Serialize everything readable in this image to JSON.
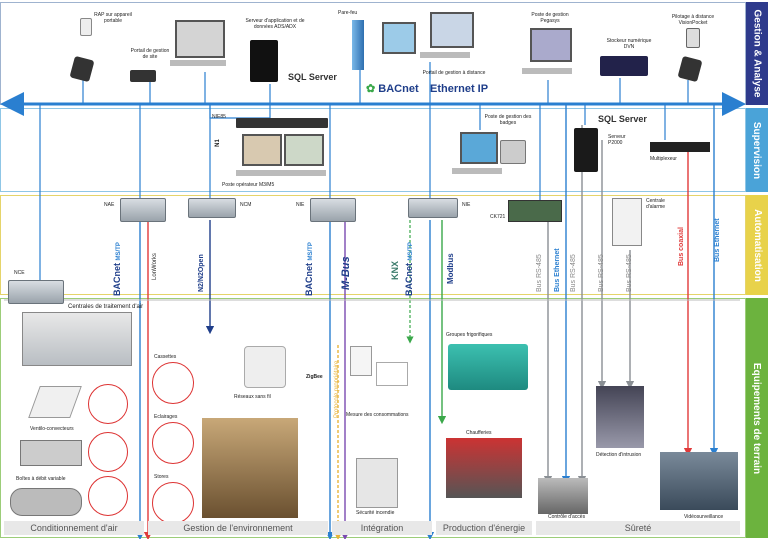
{
  "layers": {
    "gestion": "Gestion & Analyse",
    "supervision": "Supervision",
    "automatisation": "Automatisation",
    "equipements": "Equipements de terrain"
  },
  "top": {
    "rap": "RAP sur appareil portable",
    "portail_site": "Portail de gestion de site",
    "serveur_app": "Serveur d'application et de données ADS/ADX",
    "sql1": "SQL Server",
    "pare_feu": "Pare-feu",
    "portail_distance": "Portail de gestion à distance",
    "pegasys": "Poste de gestion Pegasys",
    "dvn": "Stockeur numérique DVN",
    "visionpocket": "Pilotage à distance VisionPocket",
    "bacnet": "BACnet",
    "ethernet_ip": "Ethernet IP"
  },
  "supervision": {
    "nie85": "NIE85",
    "n1": "N1",
    "poste_operateur": "Poste opérateur M3/M5",
    "badges": "Poste de gestion des badges",
    "sql2": "SQL Server",
    "p2000": "Serveur P2000",
    "multiplexeur": "Multiplexeur"
  },
  "automatisation": {
    "nae": "NAE",
    "ncm": "NCM",
    "nie1": "NIE",
    "nie2": "NIE",
    "ck721": "CK721",
    "centrale_alarme": "Centrale d'alarme",
    "nce": "NCE",
    "bacnet": "BACnet",
    "mstp": "MS/TP",
    "lonworks": "LonWorks",
    "n2": "N2/N2Open",
    "mbus": "M-Bus",
    "knx": "KNX",
    "modbus": "Modbus",
    "rs485": "Bus RS-485",
    "bus_ethernet": "Bus Ethernet",
    "bus_coaxial": "Bus coaxial"
  },
  "equipements": {
    "cta": "Centrales de traitement d'air",
    "ventilo": "Ventilo-convecteurs",
    "boites": "Boîtes à débit variable",
    "cassettes": "Cassettes",
    "eclairages": "Eclairages",
    "stores": "Stores",
    "reseaux": "Réseaux sans fil",
    "zigbee": "ZigBee",
    "protocole": "Protocole propriétaire",
    "mesure": "Mesure des consommations",
    "securite_incendie": "Sécurité incendie",
    "groupes": "Groupes frigorifiques",
    "chaufferies": "Chaufferies",
    "intrusion": "Détection d'intrusion",
    "acces": "Contrôle d'accès",
    "video": "Vidéosurveillance"
  },
  "footer": [
    "Conditionnement d'air",
    "Gestion de l'environnement",
    "Intégration",
    "Production d'énergie",
    "Sûreté"
  ],
  "colors": {
    "gestion": "#2e3a8c",
    "supervision": "#4aa3d8",
    "automatisation": "#e8d24a",
    "equipements": "#6cb33e",
    "bus_blue": "#2a7fd0",
    "bus_red": "#e03a3a",
    "bus_grey": "#8a8f94",
    "bus_purple": "#7b4ab0",
    "bus_green": "#3aa84a",
    "bus_navy": "#1f3e8a"
  }
}
